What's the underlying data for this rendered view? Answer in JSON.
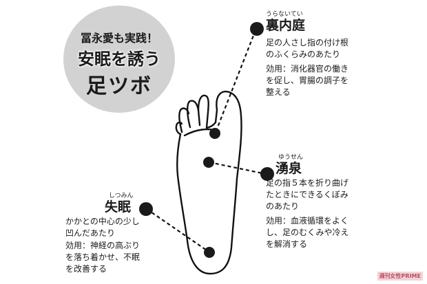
{
  "badge": {
    "line1": "冨永愛も実践！",
    "line2": "安眠を誘う",
    "line3": "足ツボ",
    "color": "#d2d2d2"
  },
  "points": [
    {
      "id": "uranaitei",
      "ruby": "うらないてい",
      "name": "裏内庭",
      "location": [
        "足の人さし指の付け根",
        "のふくらみのあたり"
      ],
      "effect": [
        "効用：消化器官の働き",
        "を促し、胃腸の調子を",
        "整える"
      ]
    },
    {
      "id": "yusen",
      "ruby": "ゆうせん",
      "name": "湧泉",
      "location": [
        "足の指５本を折り曲げ",
        "たときにできるくぼみ",
        "のあたり"
      ],
      "effect": [
        "効用：血液循環をよく",
        "し、足のむくみや冷え",
        "を解消する"
      ]
    },
    {
      "id": "shitsumin",
      "ruby": "しつみん",
      "name": "失眠",
      "location": [
        "かかとの中心の少し",
        "凹んだあたり"
      ],
      "effect": [
        "効用：神経の高ぶり",
        "を落ち着かせ、不眠",
        "を改善する"
      ]
    }
  ],
  "watermark": "週刊女性PRIME"
}
